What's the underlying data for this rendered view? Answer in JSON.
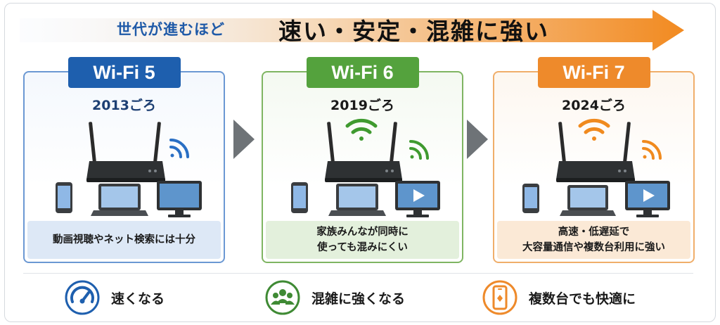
{
  "headline": {
    "sub": "世代が進むほど",
    "main": "速い・安定・混雑に強い"
  },
  "cards": [
    {
      "badge": "Wi-Fi 5",
      "year": "2013ごろ",
      "desc_lines": [
        "動画視聴やネット検索には十分"
      ],
      "color": "#1e5fae"
    },
    {
      "badge": "Wi-Fi 6",
      "year": "2019ごろ",
      "desc_lines": [
        "家族みんなが同時に",
        "使っても混みにくい"
      ],
      "color": "#54a23d"
    },
    {
      "badge": "Wi-Fi 7",
      "year": "2024ごろ",
      "desc_lines": [
        "高速・低遅延で",
        "大容量通信や複数台利用に強い"
      ],
      "color": "#ee8a2b"
    }
  ],
  "features": [
    {
      "icon": "speedometer-icon",
      "label": "速くなる",
      "color": "#1e5fae"
    },
    {
      "icon": "people-group-icon",
      "label": "混雑に強くなる",
      "color": "#3f8a34"
    },
    {
      "icon": "smartphone-icon",
      "label": "複数台でも快適に",
      "color": "#ee8a2b"
    }
  ]
}
